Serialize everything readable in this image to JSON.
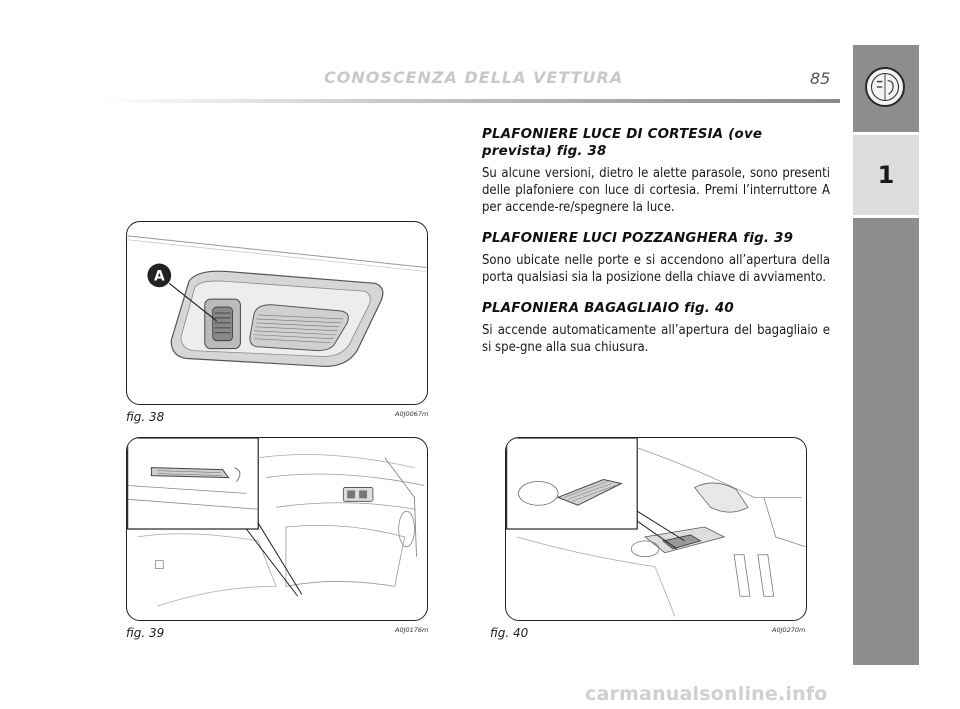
{
  "header": {
    "section_title": "CONOSCENZA DELLA VETTURA",
    "page_number": "85"
  },
  "side_tab": {
    "chapter": "1"
  },
  "sections": [
    {
      "heading": "PLAFONIERE LUCE DI CORTESIA (ove prevista) fig. 38",
      "body": "Su alcune versioni, dietro le alette parasole, sono presenti delle plafoniere con luce di cortesia. Premi l’interruttore A per accende-re/spegnere la luce."
    },
    {
      "heading": "PLAFONIERE LUCI POZZANGHERA fig. 39",
      "body": "Sono ubicate nelle porte e si accendono all’apertura della porta qualsiasi sia la posizione della chiave di avviamento."
    },
    {
      "heading": "PLAFONIERA BAGAGLIAIO fig. 40",
      "body": "Si accende automaticamente all’apertura del bagagliaio e si spe-gne alla sua chiusura."
    }
  ],
  "figures": {
    "fig38": {
      "caption": "fig. 38",
      "code": "A0J0067m",
      "callout": "A"
    },
    "fig39": {
      "caption": "fig. 39",
      "code": "A0J0176m"
    },
    "fig40": {
      "caption": "fig. 40",
      "code": "A0J0270m"
    }
  },
  "watermark": "carmanualsonline.info"
}
